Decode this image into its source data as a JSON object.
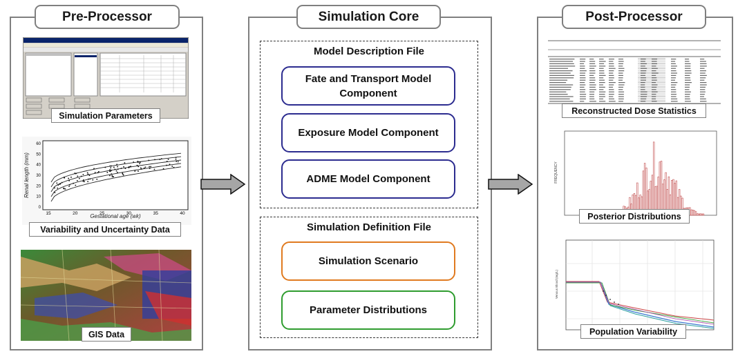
{
  "pre": {
    "title": "Pre-Processor",
    "captions": [
      "Simulation Parameters",
      "Variability and Uncertainty Data",
      "GIS Data"
    ],
    "chart_axes": {
      "ylabel": "Renal length (mm)",
      "xlabel": "Gestational age (wk)",
      "x_ticks": [
        "15",
        "20",
        "25",
        "30",
        "35",
        "40"
      ],
      "y_ticks": [
        "0",
        "10",
        "20",
        "30",
        "40",
        "50",
        "60"
      ]
    }
  },
  "core": {
    "title": "Simulation Core",
    "model_file": "Model Description File",
    "components": [
      "Fate and Transport Model Component",
      "Exposure Model Component",
      "ADME Model Component"
    ],
    "sim_file": "Simulation Definition File",
    "sim_items": [
      "Simulation Scenario",
      "Parameter Distributions"
    ]
  },
  "post": {
    "title": "Post-Processor",
    "captions": [
      "Reconstructed Dose Statistics",
      "Posterior Distributions",
      "Population Variability"
    ]
  },
  "colors": {
    "component_border": "#2b2b8f",
    "scenario_border": "#e07a1f",
    "distribution_border": "#2e9c2e",
    "panel_border": "#7f7f7f",
    "arrow_fill": "#a6a6a6"
  }
}
